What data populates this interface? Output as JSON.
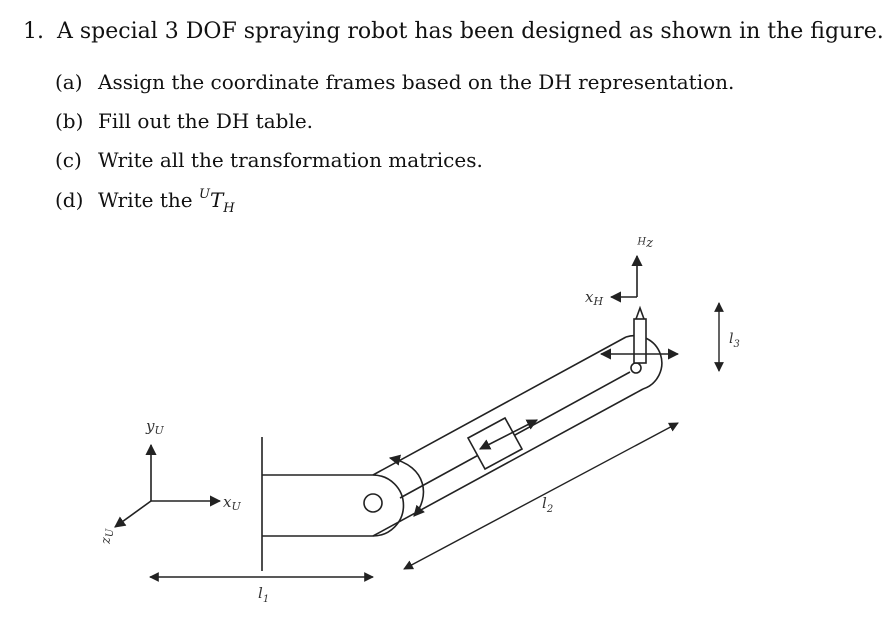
{
  "question": {
    "number": "1.",
    "text": "A special 3 DOF spraying robot has been designed as shown in the figure."
  },
  "parts": [
    {
      "label": "(a)",
      "text": "Assign the coordinate frames based on the DH representation."
    },
    {
      "label": "(b)",
      "text": "Fill out the DH table."
    },
    {
      "label": "(c)",
      "text": "Write all the transformation matrices."
    },
    {
      "label": "(d)",
      "text": "Write the ",
      "math": {
        "sup": "U",
        "base": "T",
        "sub": "H"
      }
    }
  ],
  "figure": {
    "labels": {
      "yU": "y",
      "yU_sub": "U",
      "xU": "x",
      "xU_sub": "U",
      "zU": "z",
      "zU_sub": "U",
      "xH": "x",
      "xH_sub": "H",
      "zH": "z",
      "zH_sub": "H",
      "l1": "l",
      "l1_sub": "1",
      "l2": "l",
      "l2_sub": "2",
      "l3": "l",
      "l3_sub": "3"
    }
  }
}
